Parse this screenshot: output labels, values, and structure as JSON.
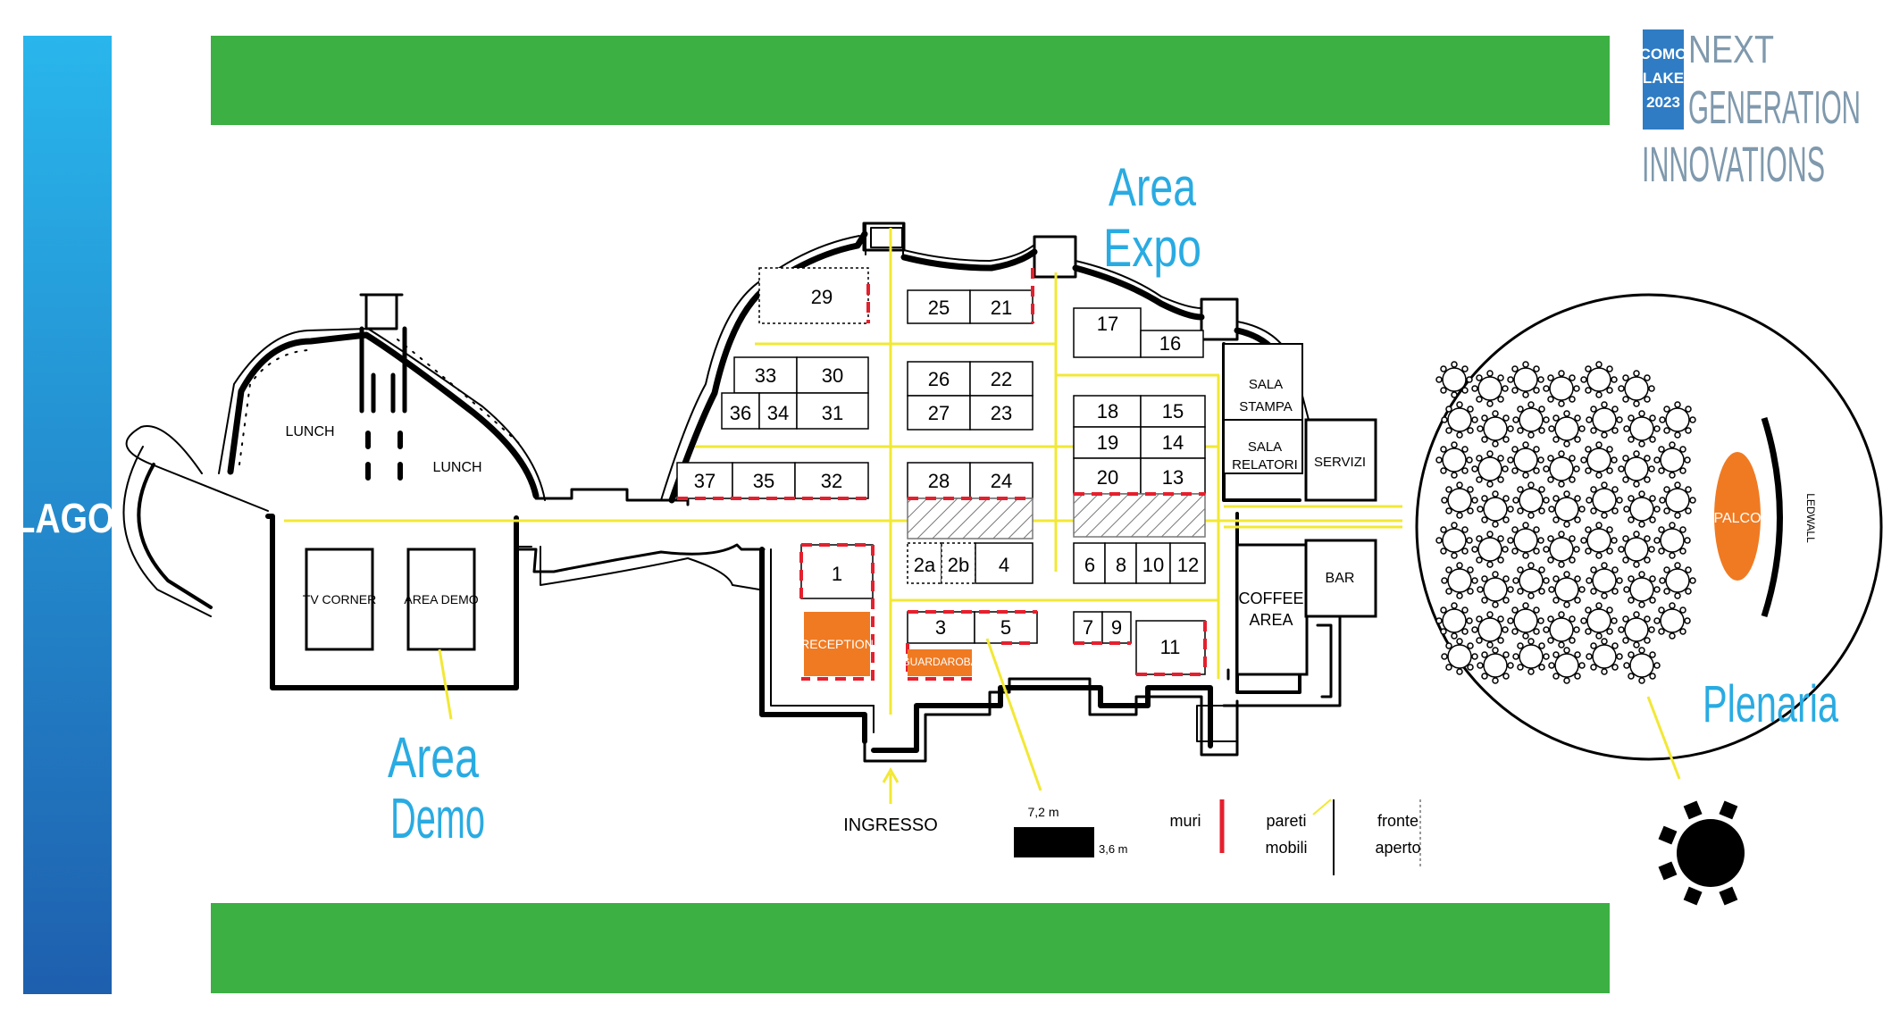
{
  "logo": {
    "badge_lines": [
      "COMO",
      "LAKE",
      "2023"
    ],
    "title_lines": [
      "NEXT",
      "GENERATION",
      "INNOVATIONS"
    ]
  },
  "lake_label": "LAGO",
  "areas": {
    "expo_lines": [
      "Area",
      "Expo"
    ],
    "demo_lines": [
      "Area",
      "Demo"
    ],
    "plenaria": "Plenaria"
  },
  "rooms": {
    "lunch_left": "LUNCH",
    "lunch_right": "LUNCH",
    "tv_corner": "TV CORNER",
    "area_demo": "AREA DEMO",
    "reception": "RECEPTION",
    "guardaroba": "GUARDAROBA",
    "sala_stampa_lines": [
      "SALA",
      "STAMPA"
    ],
    "sala_relatori_lines": [
      "SALA",
      "RELATORI"
    ],
    "servizi": "SERVIZI",
    "coffee_lines": [
      "COFFEE",
      "AREA"
    ],
    "bar": "BAR",
    "palco": "PALCO",
    "ledwall": "LEDWALL"
  },
  "booths": [
    "29",
    "25",
    "21",
    "17",
    "16",
    "33",
    "30",
    "26",
    "22",
    "36",
    "34",
    "31",
    "27",
    "23",
    "18",
    "15",
    "19",
    "14",
    "37",
    "35",
    "32",
    "28",
    "24",
    "20",
    "13",
    "1",
    "2a",
    "2b",
    "4",
    "6",
    "8",
    "10",
    "12",
    "3",
    "5",
    "7",
    "9",
    "11"
  ],
  "entrance": "INGRESSO",
  "scale": {
    "length": "7,2 m",
    "width": "3,6 m"
  },
  "legend": {
    "walls": "muri",
    "movable_lines": [
      "pareti",
      "mobili"
    ],
    "open_lines": [
      "fronte",
      "aperto"
    ]
  },
  "colors": {
    "green": "#3cb043",
    "blue_top": "#29b6ec",
    "blue_bottom": "#1e5fae",
    "accent_blue": "#29abe2",
    "orange": "#f07a22",
    "yellow": "#f2e835",
    "red": "#e5202e",
    "logo_gray": "#7f99ad"
  }
}
